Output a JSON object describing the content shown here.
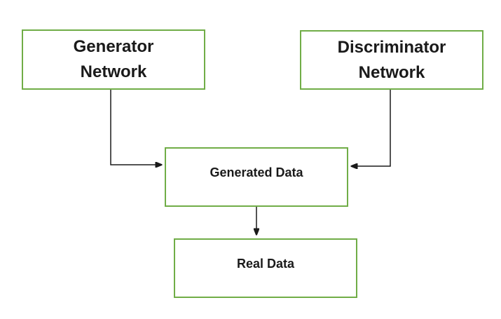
{
  "diagram": {
    "nodes": {
      "generator": {
        "label_line1": "Generator",
        "label_line2": "Network"
      },
      "discriminator": {
        "label_line1": "Discriminator",
        "label_line2": "Network"
      },
      "generated_data": {
        "label": "Generated Data"
      },
      "real_data": {
        "label": "Real Data"
      }
    }
  },
  "colors": {
    "box_border": "#70AD47",
    "arrow": "#1a1a1a",
    "text": "#1a1a1a",
    "background": "#ffffff"
  }
}
